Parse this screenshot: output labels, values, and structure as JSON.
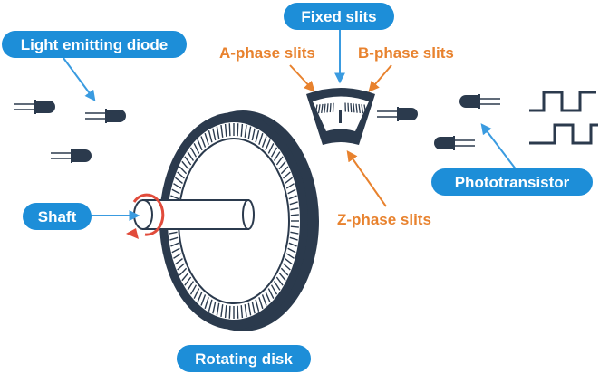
{
  "labels": {
    "light_emitting_diode": "Light emitting diode",
    "fixed_slits": "Fixed slits",
    "a_phase_slits": "A-phase slits",
    "b_phase_slits": "B-phase slits",
    "shaft": "Shaft",
    "phototransistor": "Phototransistor",
    "z_phase_slits": "Z-phase slits",
    "rotating_disk": "Rotating disk"
  },
  "colors": {
    "pill_blue": "#1d8ed8",
    "arrow_blue": "#3a9be0",
    "label_orange": "#e8822e",
    "dark_navy": "#2b3a4d",
    "rotation_red": "#e14b3b"
  },
  "icons": {
    "led": "led-icon",
    "phototransistor": "phototransistor-icon",
    "square_wave": "square-wave-icon",
    "rotation": "rotation-arrow-icon"
  }
}
